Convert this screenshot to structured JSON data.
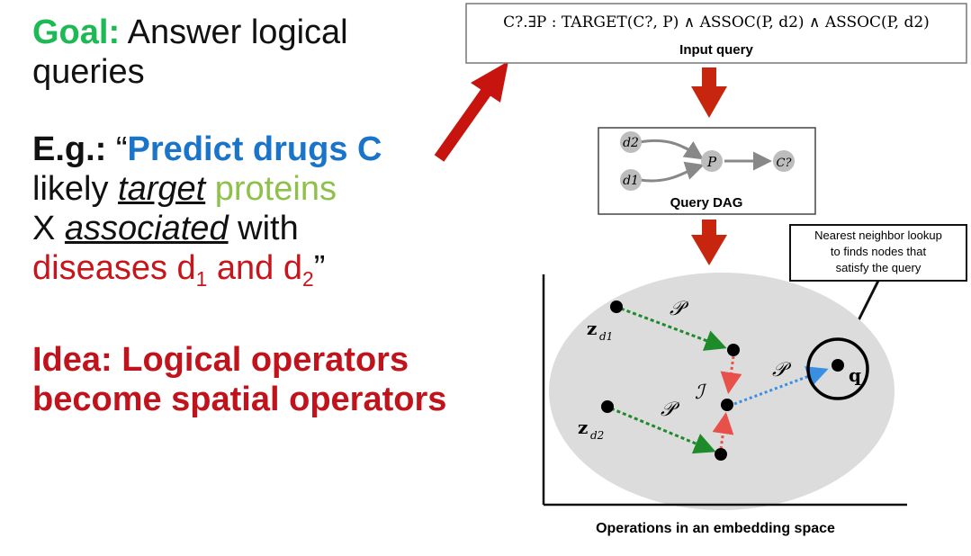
{
  "goal": {
    "label": "Goal:",
    "text": "Answer logical queries",
    "line1": "Answer logical",
    "line2": "queries"
  },
  "example": {
    "label": "E.g.:",
    "open_quote": "“",
    "drugs": "Predict drugs C",
    "likely": "likely ",
    "target": "target",
    "proteins": " proteins",
    "x": "X ",
    "associated": "associated",
    "with": " with",
    "diseases_prefix": "diseases d",
    "sub1": "1",
    "and_d": " and d",
    "sub2": "2",
    "close_quote": "”"
  },
  "idea": {
    "line1": "Idea: Logical operators",
    "line2": "become spatial operators"
  },
  "query_box": {
    "formula": "C?.∃P : TARGET(C?, P) ∧ ASSOC(P, d2) ∧ ASSOC(P, d2)",
    "caption": "Input query"
  },
  "dag": {
    "nodes": {
      "d2": "d2",
      "d1": "d1",
      "p": "P",
      "c": "C?"
    },
    "caption": "Query DAG"
  },
  "callout": {
    "line1": "Nearest neighbor lookup",
    "line2": "to finds nodes that",
    "line3": "satisfy the query"
  },
  "embedding": {
    "caption": "Operations in an embedding space",
    "labels": {
      "zd1": "z",
      "zd1_sub": "d1",
      "zd2": "z",
      "zd2_sub": "d2",
      "p1": "𝒫",
      "p2": "𝒫",
      "p3": "𝒫",
      "i": "ℐ",
      "q": "q"
    }
  },
  "colors": {
    "green": "#1db954",
    "blue": "#1a74c9",
    "light_green": "#8dc14b",
    "red": "#c8141b",
    "arrow_red": "#c8250e"
  }
}
